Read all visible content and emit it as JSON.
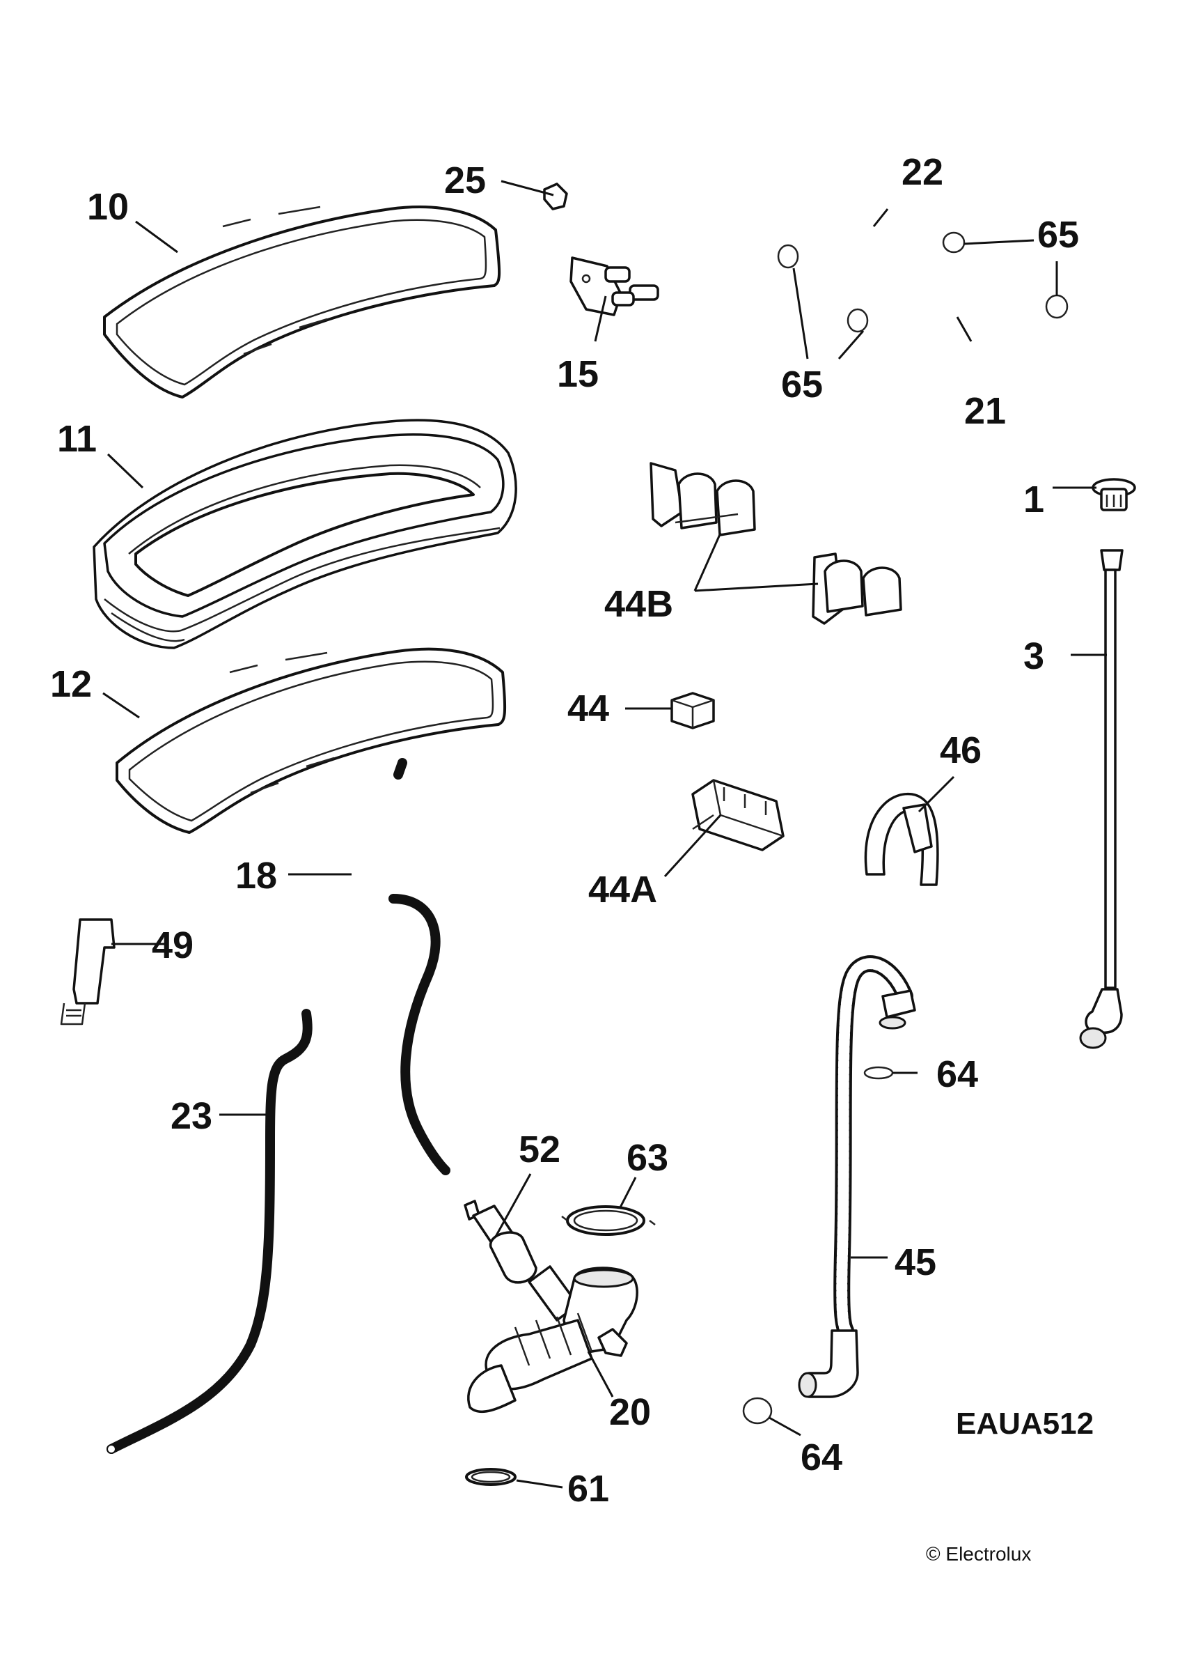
{
  "diagram": {
    "code": "EAUA512",
    "copyright": "© Electrolux",
    "parts": [
      {
        "key": "p1",
        "label": "1"
      },
      {
        "key": "p3",
        "label": "3"
      },
      {
        "key": "p10",
        "label": "10"
      },
      {
        "key": "p11",
        "label": "11"
      },
      {
        "key": "p12",
        "label": "12"
      },
      {
        "key": "p15",
        "label": "15"
      },
      {
        "key": "p18",
        "label": "18"
      },
      {
        "key": "p20",
        "label": "20"
      },
      {
        "key": "p21",
        "label": "21"
      },
      {
        "key": "p22",
        "label": "22"
      },
      {
        "key": "p23",
        "label": "23"
      },
      {
        "key": "p25",
        "label": "25"
      },
      {
        "key": "p44",
        "label": "44"
      },
      {
        "key": "p44A",
        "label": "44A"
      },
      {
        "key": "p44B",
        "label": "44B"
      },
      {
        "key": "p45",
        "label": "45"
      },
      {
        "key": "p46",
        "label": "46"
      },
      {
        "key": "p49",
        "label": "49"
      },
      {
        "key": "p52",
        "label": "52"
      },
      {
        "key": "p61",
        "label": "61"
      },
      {
        "key": "p63",
        "label": "63"
      },
      {
        "key": "p64a",
        "label": "64"
      },
      {
        "key": "p64b",
        "label": "64"
      },
      {
        "key": "p65a",
        "label": "65"
      },
      {
        "key": "p65b",
        "label": "65"
      }
    ]
  }
}
